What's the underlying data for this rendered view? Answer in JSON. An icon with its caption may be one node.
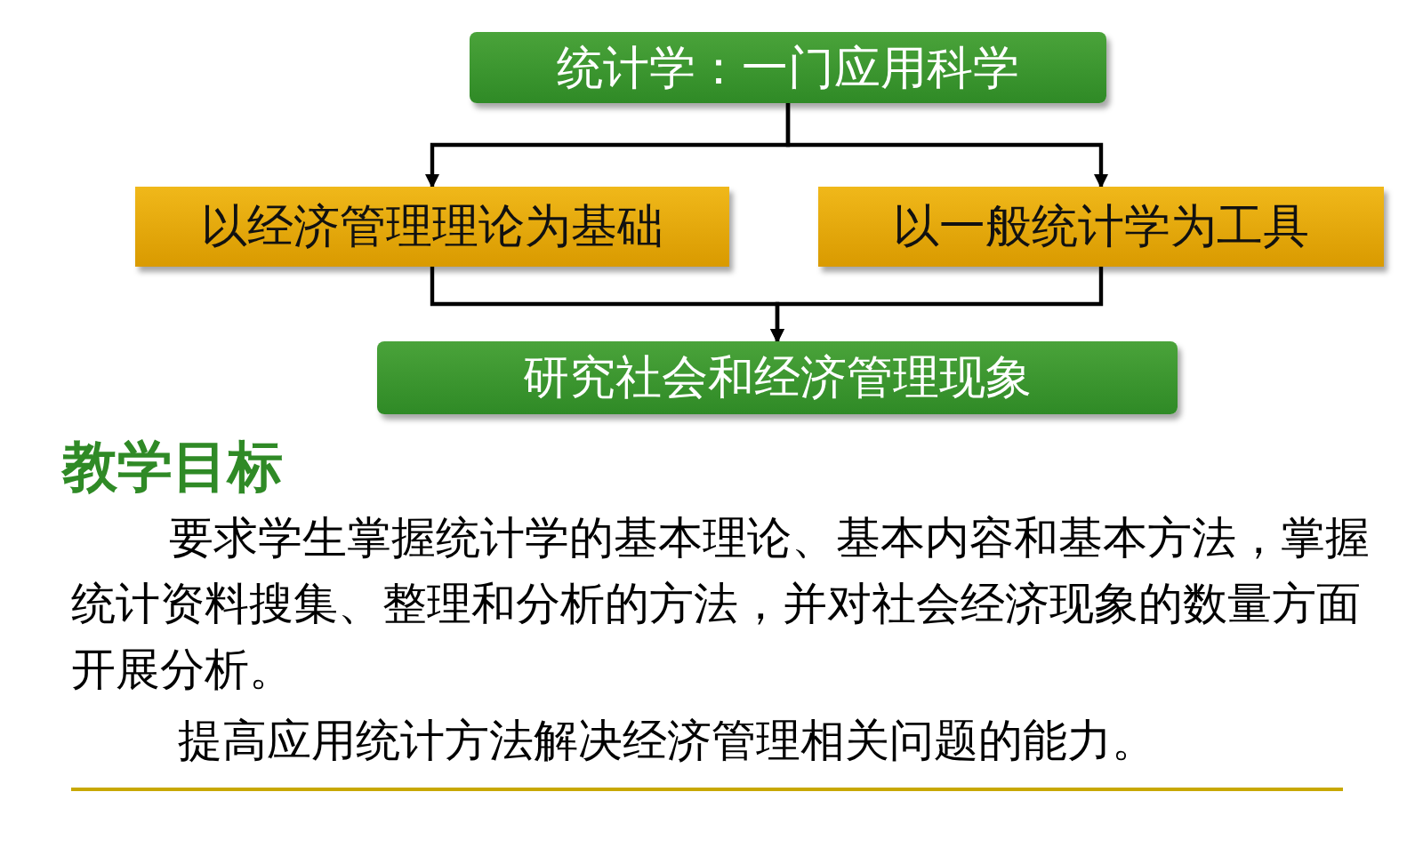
{
  "diagram": {
    "title": "教学目标",
    "nodes": [
      {
        "text": [
          "统计学：一门应用科学"
        ]
      },
      {
        "text": [
          "以经济管理理论为基础"
        ]
      },
      {
        "text": [
          "以一般统计学为工具"
        ]
      },
      {
        "text": [
          "研究社会和经济管理现象"
        ]
      }
    ],
    "edges": [
      {
        "from": 0,
        "to": 1,
        "arrow": "to"
      },
      {
        "from": 0,
        "to": 2,
        "arrow": "to"
      },
      {
        "from": 1,
        "to": 3,
        "arrow": "to"
      },
      {
        "from": 2,
        "to": 3,
        "arrow": "to"
      }
    ],
    "labels": [
      "要求学生掌握统计学的基本理论、基本内容和基本方法，掌握统计资料搜集、整理和分析的方法，并对社会经济现象的数量方面开展分析。",
      "提高应用统计方法解决经济管理相关问题的能力。"
    ]
  }
}
